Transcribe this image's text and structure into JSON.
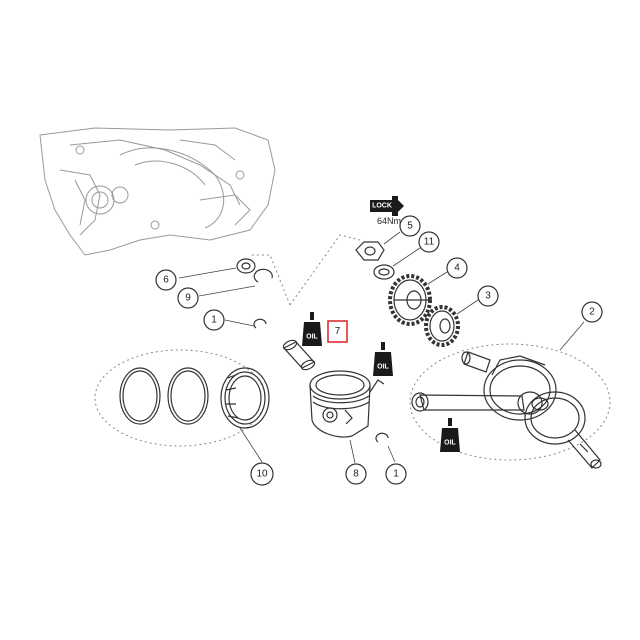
{
  "callouts": {
    "c1a": "1",
    "c1b": "1",
    "c2": "2",
    "c3": "3",
    "c4": "4",
    "c5": "5",
    "c6": "6",
    "c7": "7",
    "c8": "8",
    "c9": "9",
    "c10": "10",
    "c11": "11"
  },
  "badges": {
    "lock": "LOCK",
    "oil_pin": "OIL",
    "oil_piston": "OIL",
    "oil_crank": "OIL"
  },
  "torque": "64Nm",
  "colors": {
    "highlight": "#e03030",
    "badge": "#1a1a1a",
    "line": "#333333"
  }
}
